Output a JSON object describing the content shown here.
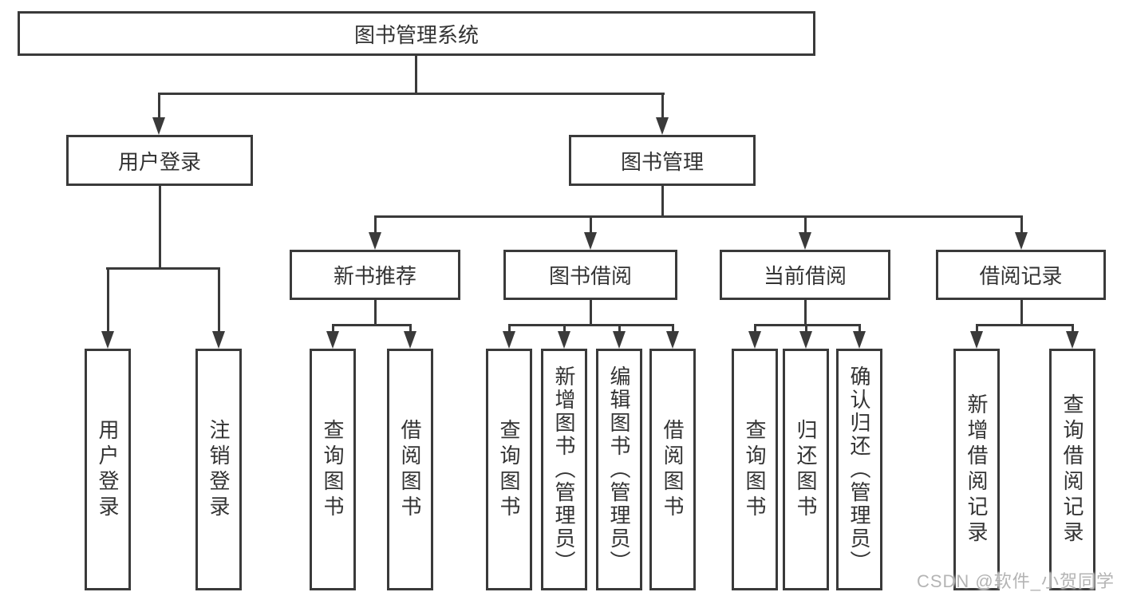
{
  "diagram": {
    "title": "图书管理系统",
    "watermark": "CSDN @软件_小贺同学",
    "colors": {
      "line": "#3a3a3a",
      "box_border": "#3a3a3a",
      "text": "#333333",
      "background": "#ffffff",
      "watermark": "#b4b4b4"
    },
    "nodes": [
      {
        "id": "root",
        "label": "图书管理系统",
        "orientation": "horizontal",
        "level": 1
      },
      {
        "id": "user-login",
        "label": "用户登录",
        "orientation": "horizontal",
        "level": 2
      },
      {
        "id": "book-mgmt",
        "label": "图书管理",
        "orientation": "horizontal",
        "level": 2
      },
      {
        "id": "new-book-rec",
        "label": "新书推荐",
        "orientation": "horizontal",
        "level": 3
      },
      {
        "id": "book-borrow",
        "label": "图书借阅",
        "orientation": "horizontal",
        "level": 3
      },
      {
        "id": "current-borrow",
        "label": "当前借阅",
        "orientation": "horizontal",
        "level": 3
      },
      {
        "id": "borrow-records",
        "label": "借阅记录",
        "orientation": "horizontal",
        "level": 3
      },
      {
        "id": "leaf-user-login",
        "label": "用户登录",
        "orientation": "vertical",
        "level": 4
      },
      {
        "id": "leaf-logout",
        "label": "注销登录",
        "orientation": "vertical",
        "level": 4
      },
      {
        "id": "leaf-query-book-1",
        "label": "查询图书",
        "orientation": "vertical",
        "level": 4
      },
      {
        "id": "leaf-borrow-book-1",
        "label": "借阅图书",
        "orientation": "vertical",
        "level": 4
      },
      {
        "id": "leaf-query-book-2",
        "label": "查询图书",
        "orientation": "vertical",
        "level": 4
      },
      {
        "id": "leaf-add-book",
        "label": "新增图书（管理员）",
        "orientation": "vertical",
        "level": 4
      },
      {
        "id": "leaf-edit-book",
        "label": "编辑图书（管理员）",
        "orientation": "vertical",
        "level": 4
      },
      {
        "id": "leaf-borrow-book-2",
        "label": "借阅图书",
        "orientation": "vertical",
        "level": 4
      },
      {
        "id": "leaf-query-book-3",
        "label": "查询图书",
        "orientation": "vertical",
        "level": 4
      },
      {
        "id": "leaf-return-book",
        "label": "归还图书",
        "orientation": "vertical",
        "level": 4
      },
      {
        "id": "leaf-confirm-return",
        "label": "确认归还（管理员）",
        "orientation": "vertical",
        "level": 4
      },
      {
        "id": "leaf-add-borrow-record",
        "label": "新增借阅记录",
        "orientation": "vertical",
        "level": 4
      },
      {
        "id": "leaf-query-borrow-record",
        "label": "查询借阅记录",
        "orientation": "vertical",
        "level": 4
      }
    ],
    "edges": [
      {
        "from": "root",
        "to": "user-login"
      },
      {
        "from": "root",
        "to": "book-mgmt"
      },
      {
        "from": "user-login",
        "to": "leaf-user-login"
      },
      {
        "from": "user-login",
        "to": "leaf-logout"
      },
      {
        "from": "book-mgmt",
        "to": "new-book-rec"
      },
      {
        "from": "book-mgmt",
        "to": "book-borrow"
      },
      {
        "from": "book-mgmt",
        "to": "current-borrow"
      },
      {
        "from": "book-mgmt",
        "to": "borrow-records"
      },
      {
        "from": "new-book-rec",
        "to": "leaf-query-book-1"
      },
      {
        "from": "new-book-rec",
        "to": "leaf-borrow-book-1"
      },
      {
        "from": "book-borrow",
        "to": "leaf-query-book-2"
      },
      {
        "from": "book-borrow",
        "to": "leaf-add-book"
      },
      {
        "from": "book-borrow",
        "to": "leaf-edit-book"
      },
      {
        "from": "book-borrow",
        "to": "leaf-borrow-book-2"
      },
      {
        "from": "current-borrow",
        "to": "leaf-query-book-3"
      },
      {
        "from": "current-borrow",
        "to": "leaf-return-book"
      },
      {
        "from": "current-borrow",
        "to": "leaf-confirm-return"
      },
      {
        "from": "borrow-records",
        "to": "leaf-add-borrow-record"
      },
      {
        "from": "borrow-records",
        "to": "leaf-query-borrow-record"
      }
    ]
  }
}
